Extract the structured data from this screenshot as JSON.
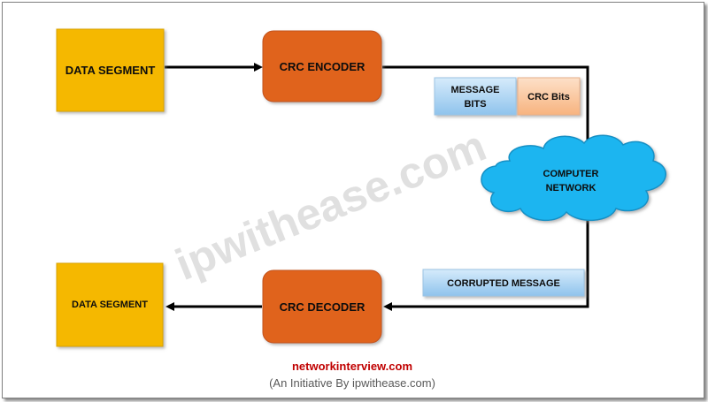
{
  "nodes": {
    "data_segment_top": "DATA SEGMENT",
    "crc_encoder": "CRC ENCODER",
    "message_bits_line1": "MESSAGE",
    "message_bits_line2": "BITS",
    "crc_bits": "CRC Bits",
    "network_line1": "COMPUTER",
    "network_line2": "NETWORK",
    "corrupted_message": "CORRUPTED MESSAGE",
    "crc_decoder": "CRC DECODER",
    "data_segment_bottom": "DATA SEGMENT"
  },
  "watermark": "ipwithease.com",
  "footer": {
    "site": "networkinterview.com",
    "initiative": "(An Initiative By ipwithease.com)"
  },
  "colors": {
    "data_segment": "#f5b800",
    "crc_box": "#e0631f",
    "message_bits": "#a9d3f2",
    "crc_bits": "#f9c29a",
    "cloud": "#1fb5f0",
    "footer_site": "#c00000",
    "footer_initiative": "#595959"
  }
}
